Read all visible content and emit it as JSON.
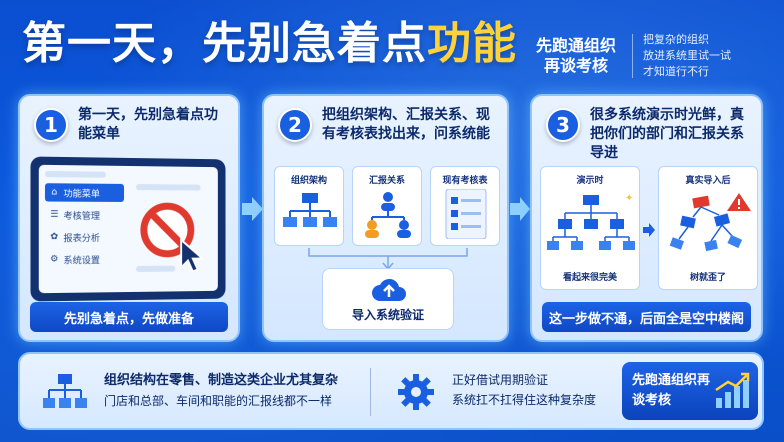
{
  "header": {
    "title_part1": "第一天，先别急着点",
    "title_part2": "功能",
    "badge_main": "先跑通组织再谈考核",
    "badge_sub_lines": [
      "把复杂的组织",
      "放进系统里试一试",
      "才知道行不行"
    ]
  },
  "steps": [
    {
      "number": "1",
      "title": "第一天，先别急着点功能菜单",
      "menu": [
        "功能菜单",
        "考核管理",
        "报表分析",
        "系统设置"
      ],
      "footer": "先别急着点，先做准备"
    },
    {
      "number": "2",
      "title": "把组织架构、汇报关系、现有考核表找出来，问系统能",
      "boxes": [
        "组织架构",
        "汇报关系",
        "现有考核表"
      ],
      "import_label": "导入系统验证"
    },
    {
      "number": "3",
      "title": "很多系统演示时光鲜，真把你们的部门和汇报关系导进",
      "panels": [
        {
          "label": "演示时",
          "caption": "看起来很完美"
        },
        {
          "label": "真实导入后",
          "caption": "树就歪了"
        }
      ],
      "footer": "这一步做不通，后面全是空中楼阁"
    }
  ],
  "bottom": {
    "left_bold": "组织结构在零售、制造这类企业尤其复杂",
    "left_sub": "门店和总部、车间和职能的汇报线都不一样",
    "mid_line1": "正好借试用期验证",
    "mid_line2": "系统扛不扛得住这种复杂度",
    "cta": "先跑通组织再谈考核"
  },
  "colors": {
    "accent": "#1a5fe0",
    "highlight": "#ffd23a",
    "warning": "#e03a2f"
  }
}
